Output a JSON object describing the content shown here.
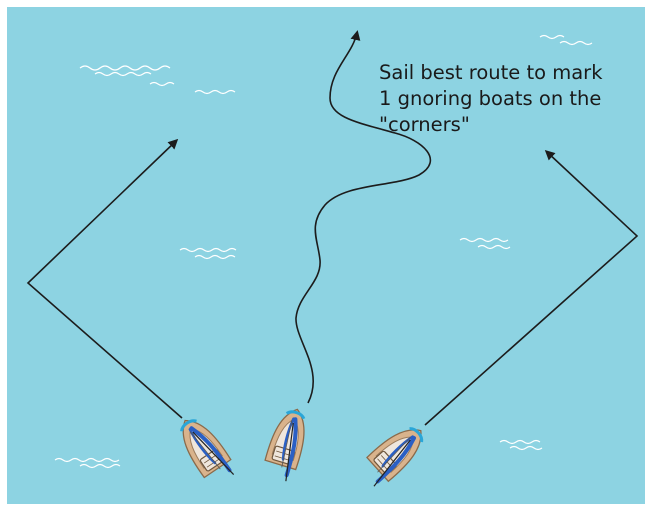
{
  "caption": {
    "line1": "Sail best route to mark",
    "line2": "1 gnoring boats on the",
    "line3": "\"corners\""
  },
  "colors": {
    "water": "#8dd3e2",
    "route": "#1c1c1c",
    "hull": "#d9b38c",
    "sail": "#2a5fc4",
    "boat_trim": "#2aa6d8"
  }
}
